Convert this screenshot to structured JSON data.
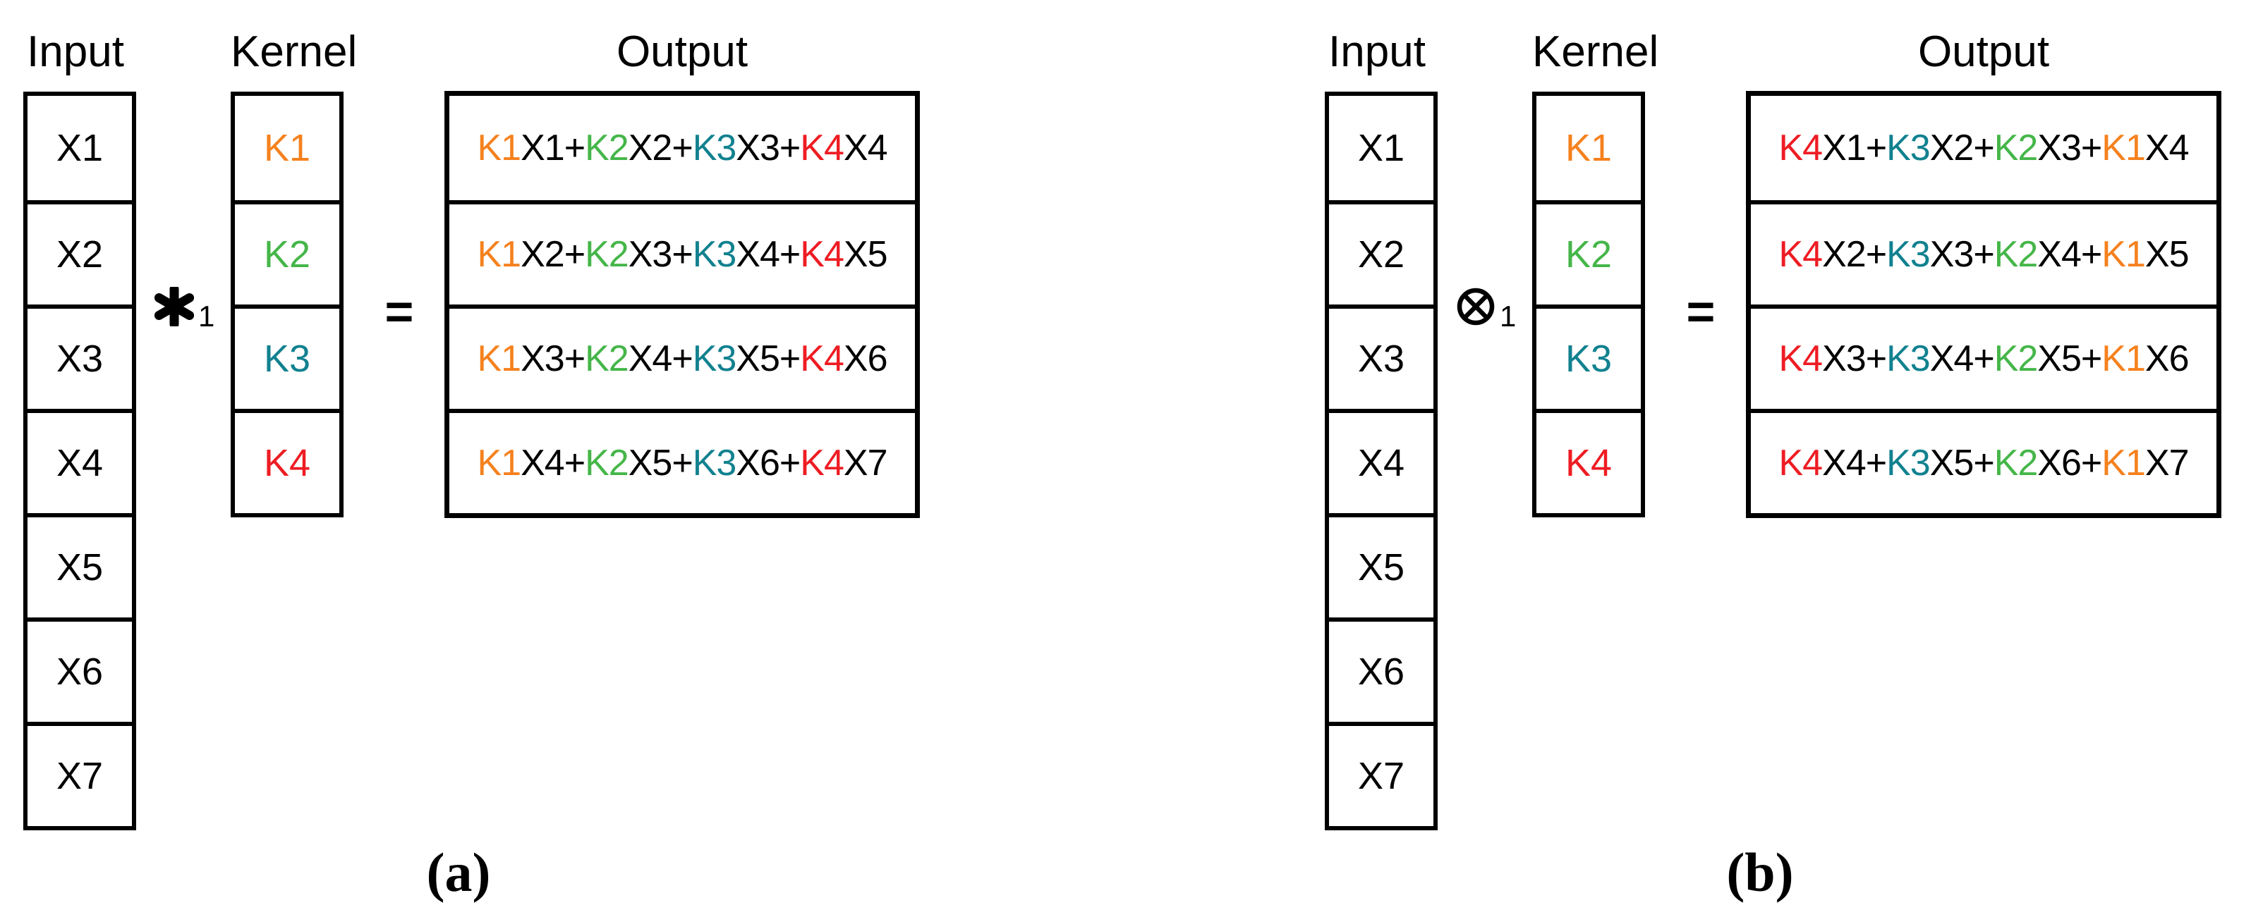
{
  "colors": {
    "k1": "#F5811E",
    "k2": "#45B649",
    "k3": "#11818F",
    "k4": "#EE1C23",
    "text": "#000000"
  },
  "panels": [
    {
      "name": "a",
      "caption": "(a)",
      "labels": {
        "input": "Input",
        "kernel": "Kernel",
        "output": "Output"
      },
      "operator": {
        "semantic": "convolution",
        "symbol": "heavy-asterisk",
        "subscript": "1"
      },
      "equals": "=",
      "input_cells": [
        "X1",
        "X2",
        "X3",
        "X4",
        "X5",
        "X6",
        "X7"
      ],
      "kernel_cells": [
        {
          "text": "K1",
          "color": "k1"
        },
        {
          "text": "K2",
          "color": "k2"
        },
        {
          "text": "K3",
          "color": "k3"
        },
        {
          "text": "K4",
          "color": "k4"
        }
      ],
      "output_rows": [
        [
          [
            "K1",
            "k1"
          ],
          [
            "X1",
            null
          ],
          [
            "+",
            null
          ],
          [
            "K2",
            "k2"
          ],
          [
            "X2",
            null
          ],
          [
            "+",
            null
          ],
          [
            "K3",
            "k3"
          ],
          [
            "X3",
            null
          ],
          [
            "+",
            null
          ],
          [
            "K4",
            "k4"
          ],
          [
            "X4",
            null
          ]
        ],
        [
          [
            "K1",
            "k1"
          ],
          [
            "X2",
            null
          ],
          [
            "+",
            null
          ],
          [
            "K2",
            "k2"
          ],
          [
            "X3",
            null
          ],
          [
            "+",
            null
          ],
          [
            "K3",
            "k3"
          ],
          [
            "X4",
            null
          ],
          [
            "+",
            null
          ],
          [
            "K4",
            "k4"
          ],
          [
            "X5",
            null
          ]
        ],
        [
          [
            "K1",
            "k1"
          ],
          [
            "X3",
            null
          ],
          [
            "+",
            null
          ],
          [
            "K2",
            "k2"
          ],
          [
            "X4",
            null
          ],
          [
            "+",
            null
          ],
          [
            "K3",
            "k3"
          ],
          [
            "X5",
            null
          ],
          [
            "+",
            null
          ],
          [
            "K4",
            "k4"
          ],
          [
            "X6",
            null
          ]
        ],
        [
          [
            "K1",
            "k1"
          ],
          [
            "X4",
            null
          ],
          [
            "+",
            null
          ],
          [
            "K2",
            "k2"
          ],
          [
            "X5",
            null
          ],
          [
            "+",
            null
          ],
          [
            "K3",
            "k3"
          ],
          [
            "X6",
            null
          ],
          [
            "+",
            null
          ],
          [
            "K4",
            "k4"
          ],
          [
            "X7",
            null
          ]
        ]
      ]
    },
    {
      "name": "b",
      "caption": "(b)",
      "labels": {
        "input": "Input",
        "kernel": "Kernel",
        "output": "Output"
      },
      "operator": {
        "semantic": "cross-correlation",
        "symbol": "circled-times",
        "subscript": "1"
      },
      "equals": "=",
      "input_cells": [
        "X1",
        "X2",
        "X3",
        "X4",
        "X5",
        "X6",
        "X7"
      ],
      "kernel_cells": [
        {
          "text": "K1",
          "color": "k1"
        },
        {
          "text": "K2",
          "color": "k2"
        },
        {
          "text": "K3",
          "color": "k3"
        },
        {
          "text": "K4",
          "color": "k4"
        }
      ],
      "output_rows": [
        [
          [
            "K4",
            "k4"
          ],
          [
            "X1",
            null
          ],
          [
            "+",
            null
          ],
          [
            "K3",
            "k3"
          ],
          [
            "X2",
            null
          ],
          [
            "+",
            null
          ],
          [
            "K2",
            "k2"
          ],
          [
            "X3",
            null
          ],
          [
            "+",
            null
          ],
          [
            "K1",
            "k1"
          ],
          [
            "X4",
            null
          ]
        ],
        [
          [
            "K4",
            "k4"
          ],
          [
            "X2",
            null
          ],
          [
            "+",
            null
          ],
          [
            "K3",
            "k3"
          ],
          [
            "X3",
            null
          ],
          [
            "+",
            null
          ],
          [
            "K2",
            "k2"
          ],
          [
            "X4",
            null
          ],
          [
            "+",
            null
          ],
          [
            "K1",
            "k1"
          ],
          [
            "X5",
            null
          ]
        ],
        [
          [
            "K4",
            "k4"
          ],
          [
            "X3",
            null
          ],
          [
            "+",
            null
          ],
          [
            "K3",
            "k3"
          ],
          [
            "X4",
            null
          ],
          [
            "+",
            null
          ],
          [
            "K2",
            "k2"
          ],
          [
            "X5",
            null
          ],
          [
            "+",
            null
          ],
          [
            "K1",
            "k1"
          ],
          [
            "X6",
            null
          ]
        ],
        [
          [
            "K4",
            "k4"
          ],
          [
            "X4",
            null
          ],
          [
            "+",
            null
          ],
          [
            "K3",
            "k3"
          ],
          [
            "X5",
            null
          ],
          [
            "+",
            null
          ],
          [
            "K2",
            "k2"
          ],
          [
            "X6",
            null
          ],
          [
            "+",
            null
          ],
          [
            "K1",
            "k1"
          ],
          [
            "X7",
            null
          ]
        ]
      ]
    }
  ]
}
